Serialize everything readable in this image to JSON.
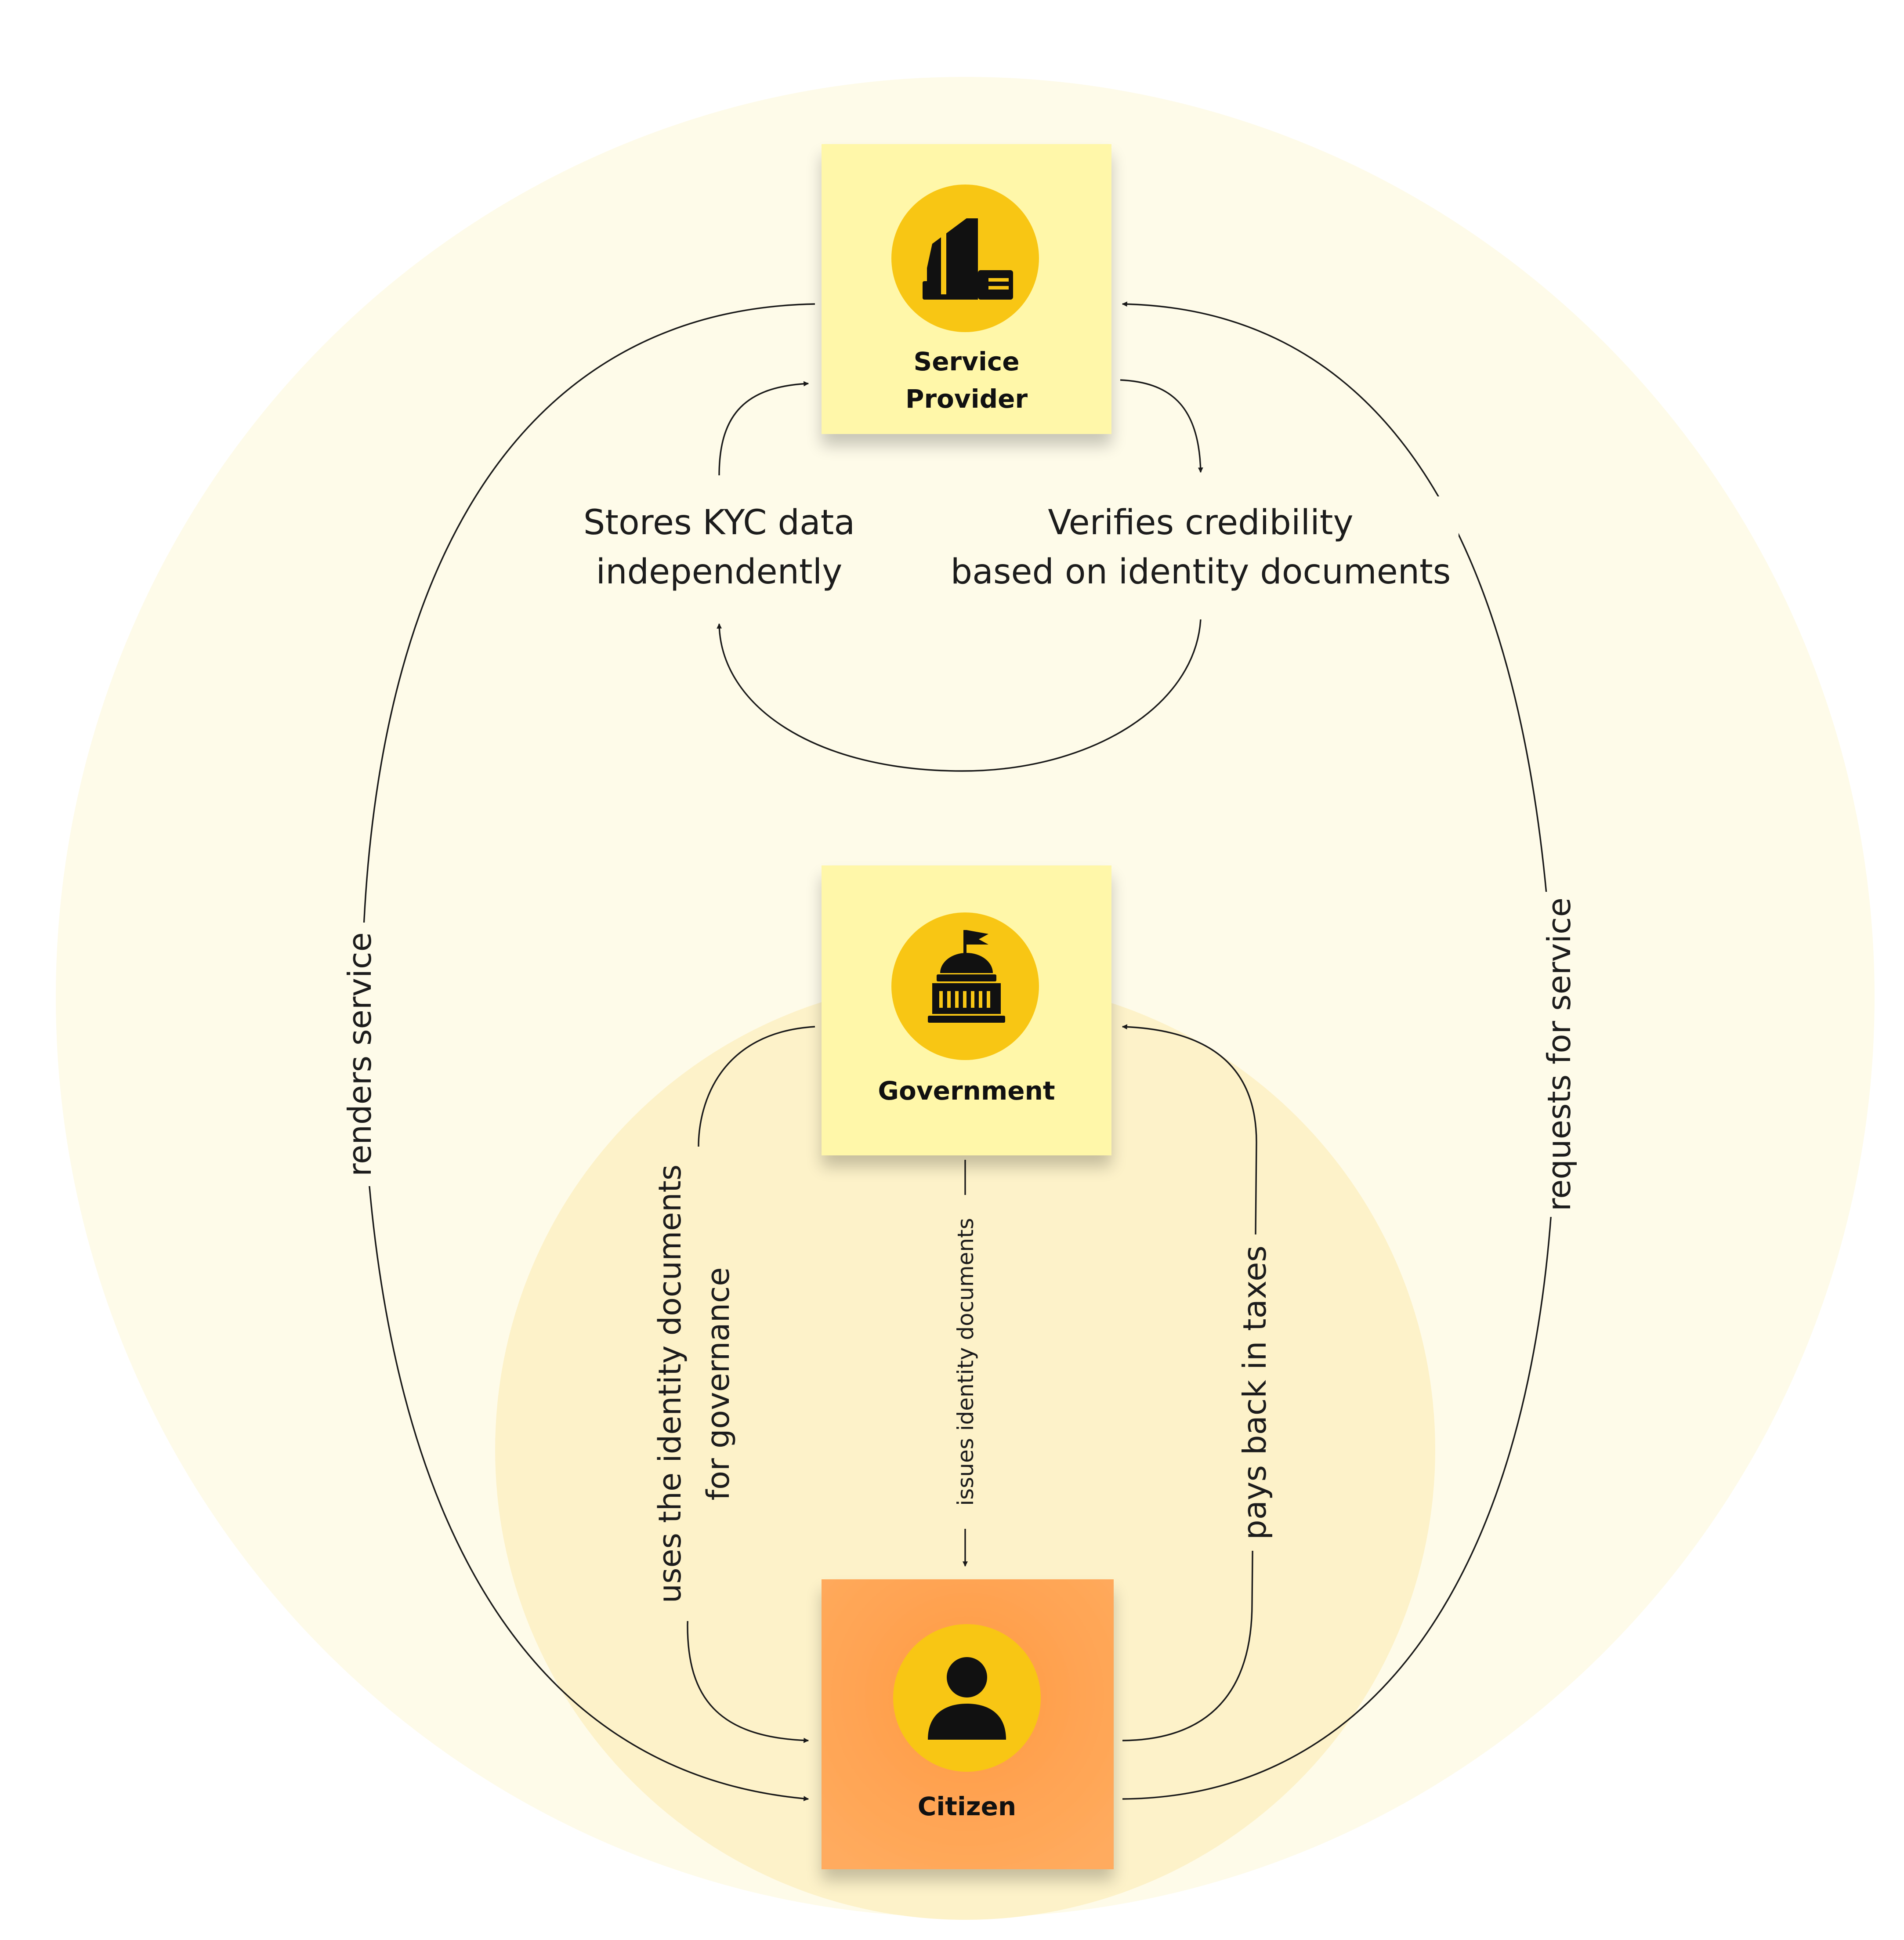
{
  "nodes": {
    "service_provider": {
      "title_line1": "Service",
      "title_line2": "Provider",
      "icon": "office-building-icon",
      "color": "#fff7a9"
    },
    "government": {
      "title": "Government",
      "icon": "capitol-building-icon",
      "color": "#fff7a9"
    },
    "citizen": {
      "title": "Citizen",
      "icon": "person-icon",
      "color": "#ff9d48"
    }
  },
  "edges": {
    "stores_kyc": {
      "line1": "Stores KYC data",
      "line2": "independently"
    },
    "verifies": {
      "line1": "Verifies credibility",
      "line2": "based on identity documents"
    },
    "renders_service": "renders service",
    "requests_service": "requests for service",
    "uses_docs": {
      "line1": "uses the identity documents",
      "line2": "for governance"
    },
    "issues_docs": "issues identity documents",
    "pays_taxes": "pays back in taxes"
  },
  "colors": {
    "outer_circle": "#fefbe9",
    "inner_circle": "#fdf2c9",
    "icon_circle": "#f8c614",
    "sticky_yellow": "#fff7a9",
    "sticky_orange": "#ff9d48",
    "line": "#1a1a1a"
  }
}
